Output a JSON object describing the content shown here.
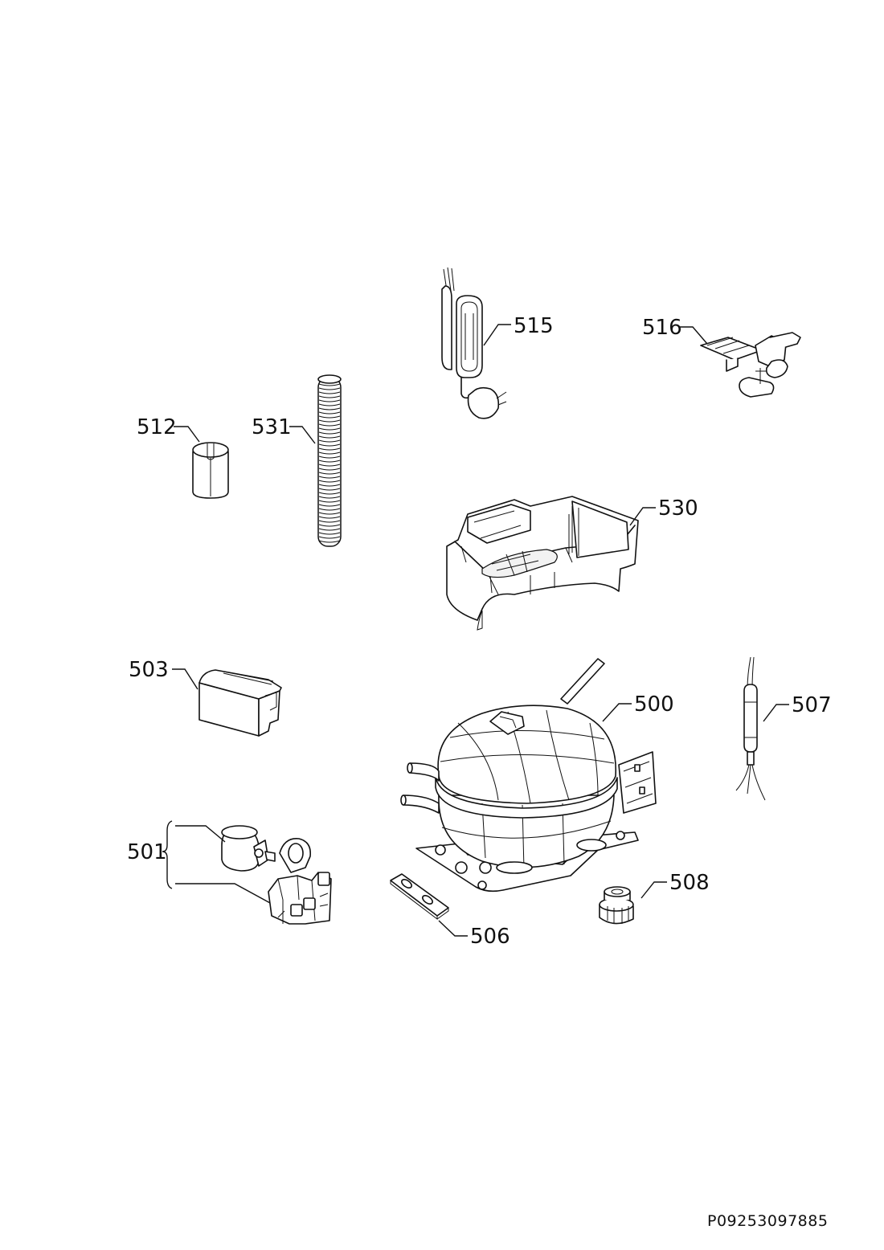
{
  "labels": {
    "l500": "500",
    "l501": "501",
    "l503": "503",
    "l506": "506",
    "l507": "507",
    "l508": "508",
    "l512": "512",
    "l515": "515",
    "l516": "516",
    "l530": "530",
    "l531": "531"
  },
  "document_code": "P09253097885"
}
